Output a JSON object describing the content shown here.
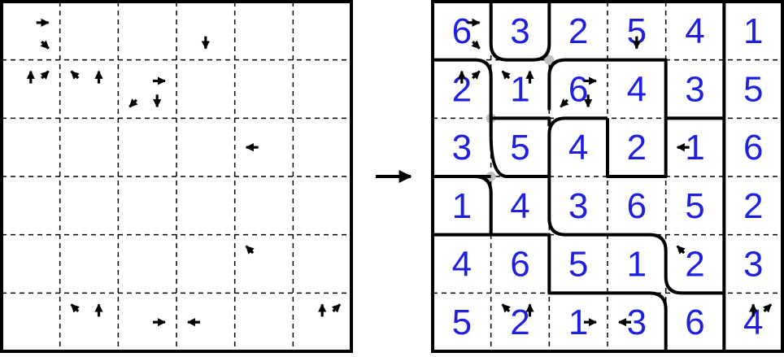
{
  "puzzle": {
    "rows": 6,
    "cols": 6,
    "arrows": [
      {
        "cell": [
          0,
          0
        ],
        "dirs": [
          "E",
          "SE"
        ]
      },
      {
        "cell": [
          1,
          0
        ],
        "dirs": [
          "N",
          "NE"
        ]
      },
      {
        "cell": [
          1,
          1
        ],
        "dirs": [
          "NW",
          "N"
        ]
      },
      {
        "cell": [
          0,
          3
        ],
        "dirs": [
          "S"
        ]
      },
      {
        "cell": [
          1,
          2
        ],
        "dirs": [
          "E",
          "SW",
          "S"
        ]
      },
      {
        "cell": [
          2,
          4
        ],
        "dirs": [
          "W"
        ]
      },
      {
        "cell": [
          4,
          4
        ],
        "dirs": [
          "NW"
        ]
      },
      {
        "cell": [
          5,
          1
        ],
        "dirs": [
          "NW",
          "N"
        ]
      },
      {
        "cell": [
          5,
          2
        ],
        "dirs": [
          "E"
        ]
      },
      {
        "cell": [
          5,
          3
        ],
        "dirs": [
          "W"
        ]
      },
      {
        "cell": [
          5,
          5
        ],
        "dirs": [
          "N",
          "NE"
        ]
      }
    ]
  },
  "solution": {
    "digits": [
      [
        "6",
        "3",
        "2",
        "5",
        "4",
        "1"
      ],
      [
        "2",
        "1",
        "6",
        "4",
        "3",
        "5"
      ],
      [
        "3",
        "5",
        "4",
        "2",
        "1",
        "6"
      ],
      [
        "1",
        "4",
        "3",
        "6",
        "5",
        "2"
      ],
      [
        "4",
        "6",
        "5",
        "1",
        "2",
        "3"
      ],
      [
        "5",
        "2",
        "1",
        "3",
        "6",
        "4"
      ]
    ]
  },
  "transition": {
    "icon": "right-arrow-icon"
  },
  "colors": {
    "digit": "#1f1fe0",
    "grid": "#000000",
    "region_border": "#000000",
    "dot": "#c0c0c0"
  }
}
